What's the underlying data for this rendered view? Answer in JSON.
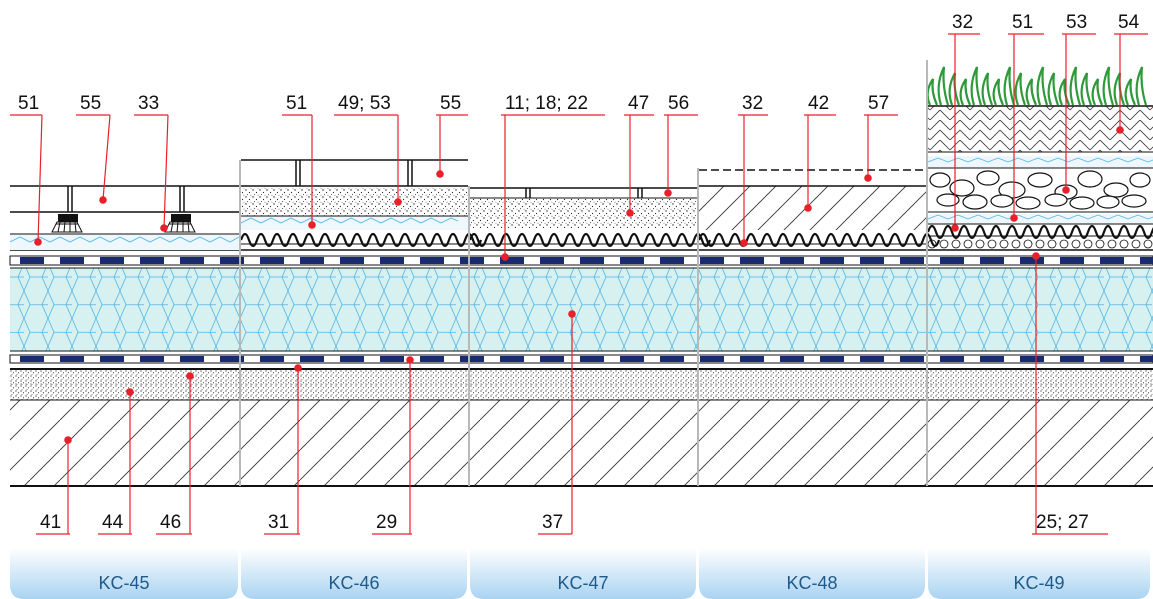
{
  "top_callouts": [
    {
      "id": "t-51a",
      "text": "51"
    },
    {
      "id": "t-55a",
      "text": "55"
    },
    {
      "id": "t-33",
      "text": "33"
    },
    {
      "id": "t-51b",
      "text": "51"
    },
    {
      "id": "t-4953",
      "text": "49; 53"
    },
    {
      "id": "t-55b",
      "text": "55"
    },
    {
      "id": "t-111822",
      "text": "11; 18; 22"
    },
    {
      "id": "t-47",
      "text": "47"
    },
    {
      "id": "t-56",
      "text": "56"
    },
    {
      "id": "t-32a",
      "text": "32"
    },
    {
      "id": "t-42",
      "text": "42"
    },
    {
      "id": "t-57",
      "text": "57"
    },
    {
      "id": "t-32b",
      "text": "32"
    },
    {
      "id": "t-51c",
      "text": "51"
    },
    {
      "id": "t-53",
      "text": "53"
    },
    {
      "id": "t-54",
      "text": "54"
    }
  ],
  "bottom_callouts": [
    {
      "id": "b-41",
      "text": "41"
    },
    {
      "id": "b-44",
      "text": "44"
    },
    {
      "id": "b-46",
      "text": "46"
    },
    {
      "id": "b-31",
      "text": "31"
    },
    {
      "id": "b-29",
      "text": "29"
    },
    {
      "id": "b-37",
      "text": "37"
    },
    {
      "id": "b-2527",
      "text": "25; 27"
    }
  ],
  "tabs": [
    {
      "label": "KC-45"
    },
    {
      "label": "KC-46"
    },
    {
      "label": "KC-47"
    },
    {
      "label": "KC-48"
    },
    {
      "label": "KC-49"
    }
  ],
  "colors": {
    "callout_line": "#e8202a",
    "insulation_fill": "#d6f1ef",
    "insulation_hex": "#4fb3e6",
    "membrane": "#1a2a6e",
    "tab_gradient_top": "#ffffff",
    "tab_gradient_bottom": "#a9d3f2",
    "tab_text": "#1f5a8a",
    "grass": "#2f9a3a"
  }
}
